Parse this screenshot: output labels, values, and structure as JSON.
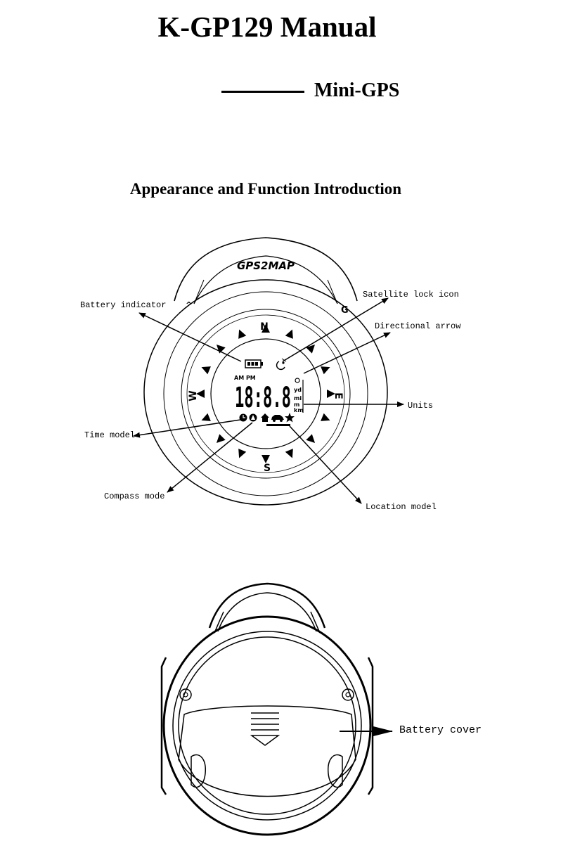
{
  "document": {
    "title": "K-GP129 Manual",
    "subtitle": "Mini-GPS",
    "section_title": "Appearance and Function Introduction"
  },
  "device_front": {
    "brand": "GPS2MAP",
    "directions": {
      "north": "N",
      "south": "S",
      "east": "E",
      "west": "W"
    },
    "lcd": {
      "ampm": "AM PM",
      "digits": "18:8.8",
      "units": [
        "yd",
        "mi",
        "m",
        "km"
      ]
    },
    "callouts": {
      "battery_indicator": "Battery indicator",
      "satellite_lock_icon": "Satellite lock icon",
      "directional_arrow": "Directional arrow",
      "units": "Units",
      "time_model": "Time model",
      "compass_mode": "Compass mode",
      "location_model": "Location model"
    }
  },
  "device_back": {
    "callouts": {
      "battery_cover": "Battery cover"
    }
  },
  "icons": [
    "battery-icon",
    "satellite-icon",
    "clock-icon",
    "compass-icon",
    "home-icon",
    "car-icon",
    "star-icon",
    "arrow-icon"
  ]
}
